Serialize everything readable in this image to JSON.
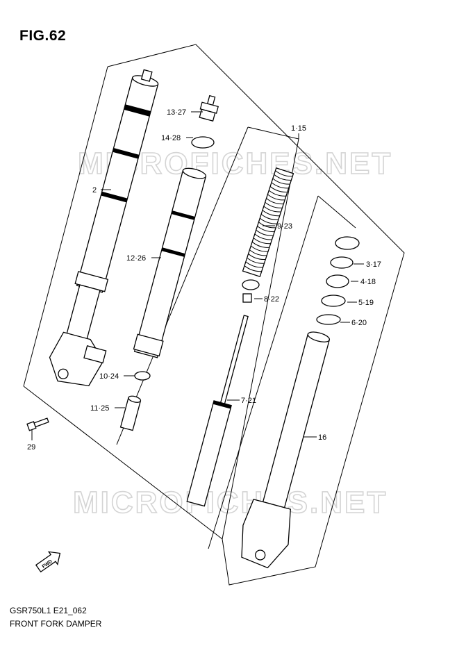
{
  "figure": {
    "title": "FIG.62"
  },
  "footer": {
    "model_code": "GSR750L1 E21_062",
    "section_name": "FRONT FORK DAMPER"
  },
  "watermark": "MICROFICHES.NET",
  "callouts": {
    "c1": "1·15",
    "c2": "2",
    "c3": "3·17",
    "c4": "4·18",
    "c5": "5·19",
    "c6": "6·20",
    "c7": "7·21",
    "c8": "8·22",
    "c9": "9·23",
    "c10": "10·24",
    "c11": "11·25",
    "c12": "12·26",
    "c13": "13·27",
    "c14": "14·28",
    "c16": "16",
    "c29": "29"
  },
  "fwd_label": "FWD"
}
